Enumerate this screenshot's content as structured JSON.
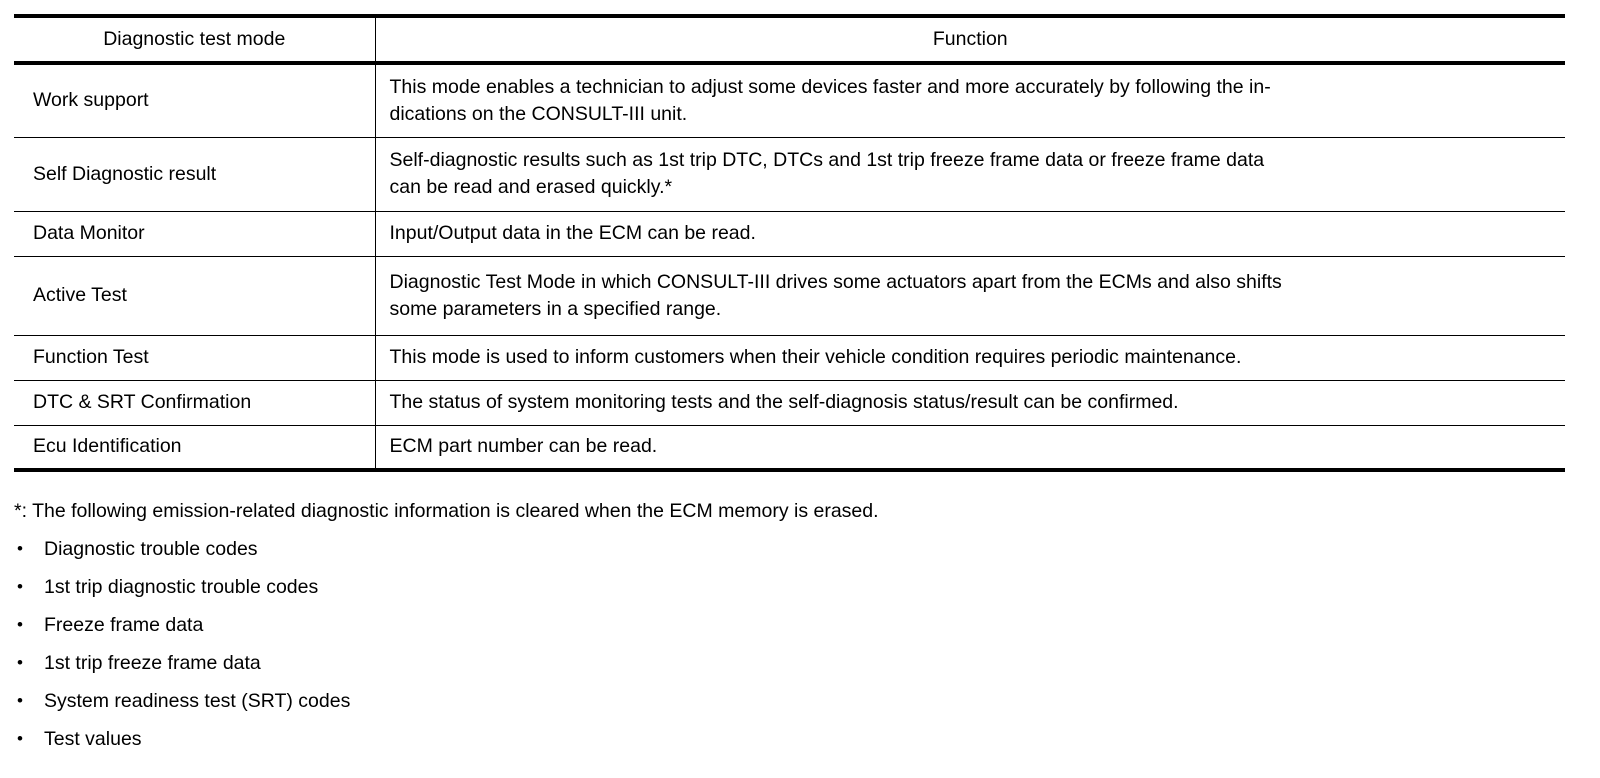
{
  "table": {
    "headers": [
      "Diagnostic test mode",
      "Function"
    ],
    "rows": [
      {
        "mode": "Work support",
        "function": "This mode enables a technician to adjust some devices faster and more accurately by following the in-dications on the CONSULT-III unit.",
        "function_lines": [
          "This mode enables a technician to adjust some devices faster and more accurately by following the in-",
          "dications on the CONSULT-III unit."
        ]
      },
      {
        "mode": "Self Diagnostic result",
        "function": "Self-diagnostic results such as 1st trip DTC, DTCs and 1st trip freeze frame data or freeze frame data can be read and erased quickly.*",
        "function_lines": [
          "Self-diagnostic results such as 1st trip DTC, DTCs and 1st trip freeze frame data or freeze frame data",
          "can be read and erased quickly.*"
        ]
      },
      {
        "mode": "Data Monitor",
        "function": "Input/Output data in the ECM can be read.",
        "function_lines": [
          "Input/Output data in the ECM can be read."
        ]
      },
      {
        "mode": "Active Test",
        "function": "Diagnostic Test Mode in which CONSULT-III drives some actuators apart from the ECMs and also shifts some parameters in a specified range.",
        "function_lines": [
          "Diagnostic Test Mode in which CONSULT-III drives some actuators apart from the ECMs and also shifts",
          "some parameters in a specified range."
        ]
      },
      {
        "mode": "Function Test",
        "function": "This mode is used to inform customers when their vehicle condition requires periodic maintenance.",
        "function_lines": [
          "This mode is used to inform customers when their vehicle condition requires periodic maintenance."
        ]
      },
      {
        "mode": "DTC & SRT Confirmation",
        "function": "The status of system monitoring tests and the self-diagnosis status/result can be confirmed.",
        "function_lines": [
          "The status of system monitoring tests and the self-diagnosis status/result can be confirmed."
        ]
      },
      {
        "mode": "Ecu Identification",
        "function": "ECM part number can be read.",
        "function_lines": [
          "ECM part number can be read."
        ]
      }
    ]
  },
  "notes": {
    "footnote": "*: The following emission-related diagnostic information is cleared when the ECM memory is erased.",
    "bullet_marker": "•",
    "bullets": [
      "Diagnostic trouble codes",
      "1st trip diagnostic trouble codes",
      "Freeze frame data",
      "1st trip freeze frame data",
      "System readiness test (SRT) codes",
      "Test values"
    ]
  },
  "colors": {
    "text": "#000000",
    "background": "#ffffff",
    "rule": "#000000"
  }
}
